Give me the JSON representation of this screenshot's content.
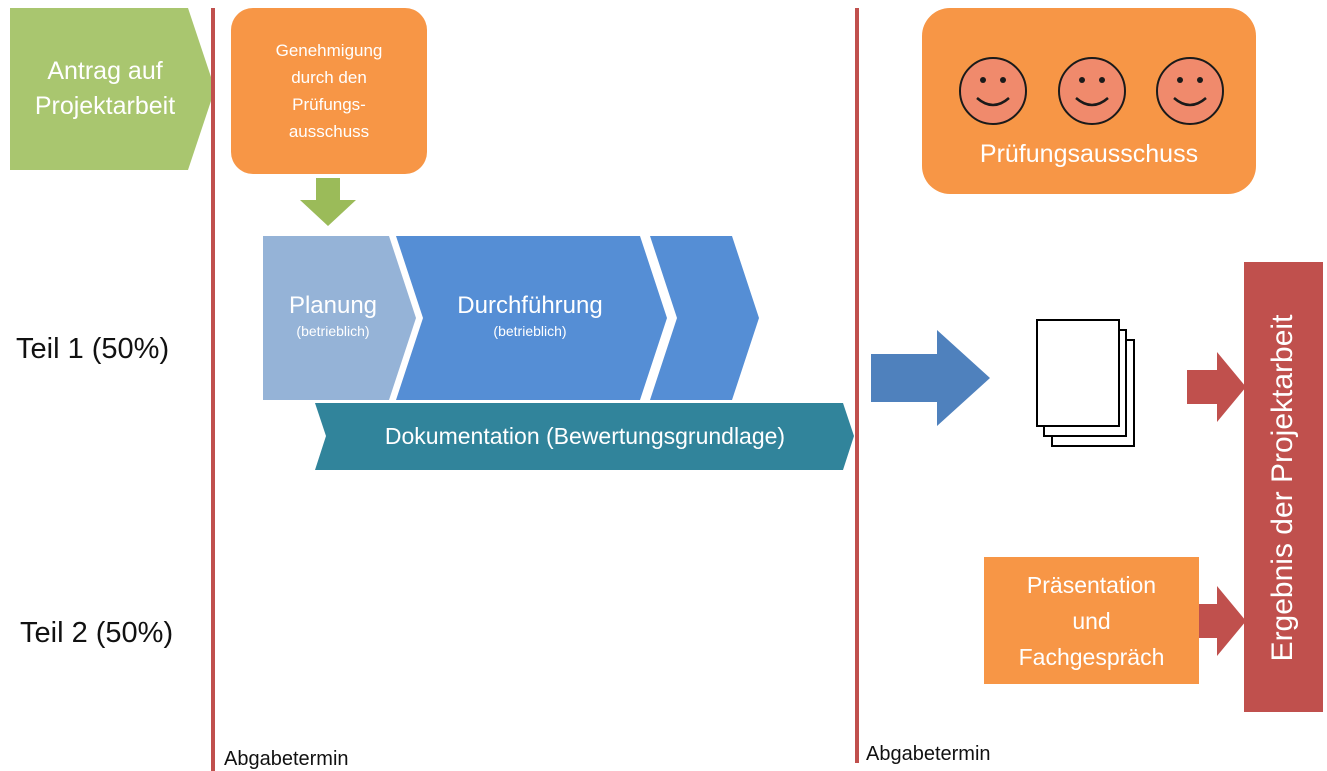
{
  "antrag": {
    "line1": "Antrag auf",
    "line2": "Projektarbeit"
  },
  "genehmigung": {
    "line1": "Genehmigung",
    "line2": "durch den",
    "line3": "Prüfungs-",
    "line4": "ausschuss"
  },
  "planung": {
    "title": "Planung",
    "sub": "(betrieblich)"
  },
  "durchfuehrung": {
    "title": "Durchführung",
    "sub": "(betrieblich)"
  },
  "dokumentation": "Dokumentation (Bewertungsgrundlage)",
  "teil1": "Teil 1 (50%)",
  "teil2": "Teil 2 (50%)",
  "abgabetermin_left": "Abgabetermin",
  "abgabetermin_right": "Abgabetermin",
  "pruefungsausschuss": "Prüfungsausschuss",
  "praesentation": {
    "line1": "Präsentation",
    "line2": "und",
    "line3": "Fachgespräch"
  },
  "ergebnis": "Ergebnis der Projektarbeit",
  "colors": {
    "green": "#9bbb59",
    "orange": "#f79646",
    "blue_light": "#95b3d7",
    "blue": "#558ed5",
    "teal": "#31849b",
    "red": "#c0504d",
    "steel_blue": "#4f81bd",
    "face": "#f08a6c"
  }
}
